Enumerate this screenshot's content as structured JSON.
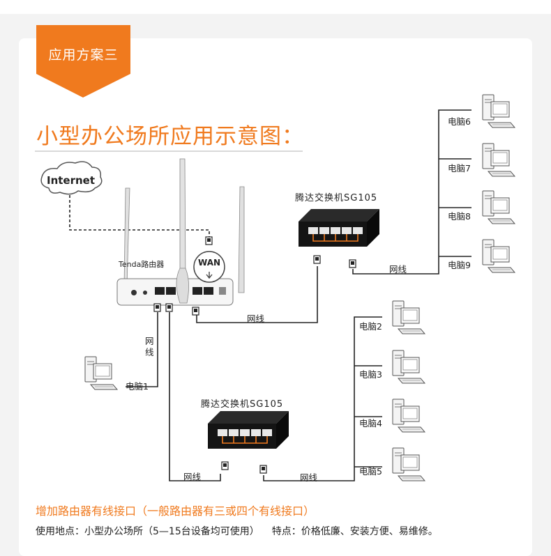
{
  "banner": {
    "label": "应用方案三"
  },
  "title": "小型办公场所应用示意图：",
  "internet_label": "Internet",
  "router": {
    "brand": "Tenda路由器",
    "wan_label": "WAN"
  },
  "switches": [
    {
      "label": "腾达交换机SG105"
    },
    {
      "label": "腾达交换机SG105"
    }
  ],
  "cable_label": "网线",
  "cable_vertical": [
    "网",
    "线"
  ],
  "computers": {
    "pc1": "电脑1",
    "pc2": "电脑2",
    "pc3": "电脑3",
    "pc4": "电脑4",
    "pc5": "电脑5",
    "pc6": "电脑6",
    "pc7": "电脑7",
    "pc8": "电脑8",
    "pc9": "电脑9"
  },
  "note": "增加路由器有线接口（一般路由器有三或四个有线接口）",
  "usage": {
    "location": "使用地点：小型办公场所（5—15台设备均可使用）",
    "features": "特点：价格低廉、安装方便、易维修。"
  },
  "colors": {
    "accent": "#f07a1e",
    "line": "#222222",
    "port_link": "#f07a1e"
  }
}
